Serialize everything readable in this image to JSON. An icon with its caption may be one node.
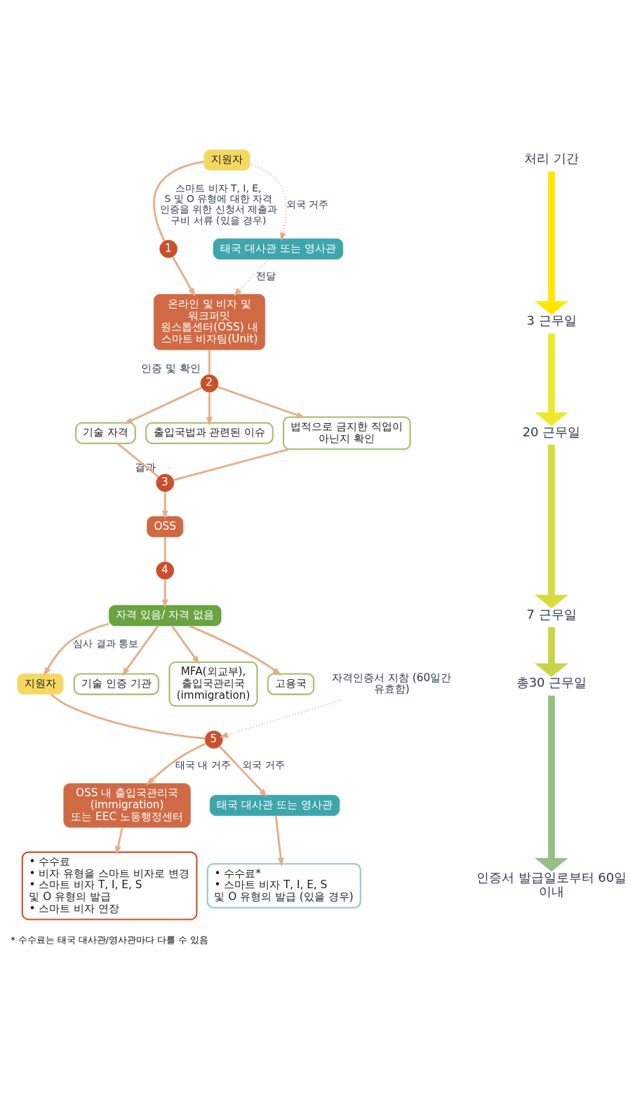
{
  "diagram": {
    "nodes": [
      {
        "text": [
          "지원자"
        ]
      },
      {
        "text": [
          "1"
        ]
      },
      {
        "text": [
          "태국 대사관 또는 영사관"
        ]
      },
      {
        "text": [
          "온라인 및 비자 및 워크퍼밋 원스톱센터(OSS) 내 스마트 비자팀(Unit)"
        ]
      },
      {
        "text": [
          "2"
        ],
        "beside": [
          "인증 및 확인"
        ]
      },
      {
        "text": [
          "기술 자격"
        ]
      },
      {
        "text": [
          "출입국법과 관련된 이슈"
        ]
      },
      {
        "text": [
          "법적으로 금지한 직업이 아닌지 확인"
        ]
      },
      {
        "text": [
          "3"
        ],
        "beside": [
          "결과"
        ]
      },
      {
        "text": [
          "OSS"
        ]
      },
      {
        "text": [
          "4"
        ]
      },
      {
        "text": [
          "자격 있음/ 자격 없음"
        ]
      },
      {
        "text": [
          "자격인증서 지참 (60일간 유효함)"
        ]
      },
      {
        "text": [
          "지원자"
        ]
      },
      {
        "text": [
          "기술 인증 기관"
        ]
      },
      {
        "text": [
          "MFA(외교부), 출입국관리국 (immigration)"
        ]
      },
      {
        "text": [
          "고용국"
        ]
      },
      {
        "text": [
          "5"
        ]
      },
      {
        "text": [
          "OSS 내 출입국관리국 (immigration) 또는 EEC 노동행정센터"
        ]
      },
      {
        "text": [
          "태국 대사관 또는 영사관"
        ]
      },
      {
        "text": [
          "• 수수료",
          "• 비자 유형을 스마트 비자로 변경",
          "• 스마트 비자 T, I, E, S 및 O 유형의 발급",
          "• 스마트 비자 연장"
        ]
      },
      {
        "text": [
          "• 수수료*",
          "• 스마트 비자 T, I, E, S 및 O 유형의 발급 (있을 경우)"
        ]
      },
      {
        "text": [
          "처리 기간"
        ]
      },
      {
        "text": [
          "3 근무일"
        ]
      },
      {
        "text": [
          "20 근무일"
        ]
      },
      {
        "text": [
          "7 근무일"
        ]
      },
      {
        "text": [
          "총30 근무일"
        ]
      },
      {
        "text": [
          "인증서 발급일로부터 60일 이내"
        ]
      }
    ],
    "edges": [
      {
        "from": 0,
        "to": 2,
        "arrow": "to",
        "label": "외국 거주",
        "style": "dashed"
      },
      {
        "from": 0,
        "to": 1,
        "arrow": "none",
        "label": "스마트 비자 T, I, E, S 및 O 유형에 대한 자격 인증을 위한 신청서 제출과 구비 서류 (있을 경우)"
      },
      {
        "from": 1,
        "to": 3,
        "arrow": "to"
      },
      {
        "from": 2,
        "to": 3,
        "arrow": "to",
        "label": "전달",
        "style": "dashed"
      },
      {
        "from": 3,
        "to": 4,
        "arrow": "none"
      },
      {
        "from": 4,
        "to": 5,
        "arrow": "to"
      },
      {
        "from": 4,
        "to": 6,
        "arrow": "to"
      },
      {
        "from": 4,
        "to": 7,
        "arrow": "to"
      },
      {
        "from": 5,
        "to": 8,
        "arrow": "none"
      },
      {
        "from": 7,
        "to": 8,
        "arrow": "none"
      },
      {
        "from": 8,
        "to": 9,
        "arrow": "to"
      },
      {
        "from": 9,
        "to": 10,
        "arrow": "none"
      },
      {
        "from": 10,
        "to": 11,
        "arrow": "to"
      },
      {
        "from": 11,
        "to": 13,
        "arrow": "to",
        "label": "심사 결과 통보"
      },
      {
        "from": 11,
        "to": 14,
        "arrow": "to"
      },
      {
        "from": 11,
        "to": 15,
        "arrow": "to"
      },
      {
        "from": 11,
        "to": 16,
        "arrow": "to"
      },
      {
        "from": 12,
        "to": 17,
        "arrow": "to",
        "style": "dashed"
      },
      {
        "from": 13,
        "to": 17,
        "arrow": "none"
      },
      {
        "from": 17,
        "to": 18,
        "arrow": "to",
        "label": "태국 내 거주"
      },
      {
        "from": 17,
        "to": 19,
        "arrow": "to",
        "label": "외국 거주"
      },
      {
        "from": 18,
        "to": 20,
        "arrow": "to"
      },
      {
        "from": 19,
        "to": 21,
        "arrow": "to"
      },
      {
        "from": 22,
        "to": 23,
        "arrow": "to",
        "style": "thick",
        "color": "#ffe600"
      },
      {
        "from": 23,
        "to": 24,
        "arrow": "to",
        "style": "thick",
        "color": "#eee82c"
      },
      {
        "from": 24,
        "to": 25,
        "arrow": "to",
        "style": "thick",
        "color": "#d9dc3d"
      },
      {
        "from": 25,
        "to": 26,
        "arrow": "to",
        "style": "thick",
        "color": "#c7d546"
      },
      {
        "from": 26,
        "to": 27,
        "arrow": "to",
        "style": "thick",
        "color": "#94c083"
      }
    ],
    "labels": [
      "* 수수료는 태국 대사관/영사관마다 다를 수 있음"
    ]
  }
}
